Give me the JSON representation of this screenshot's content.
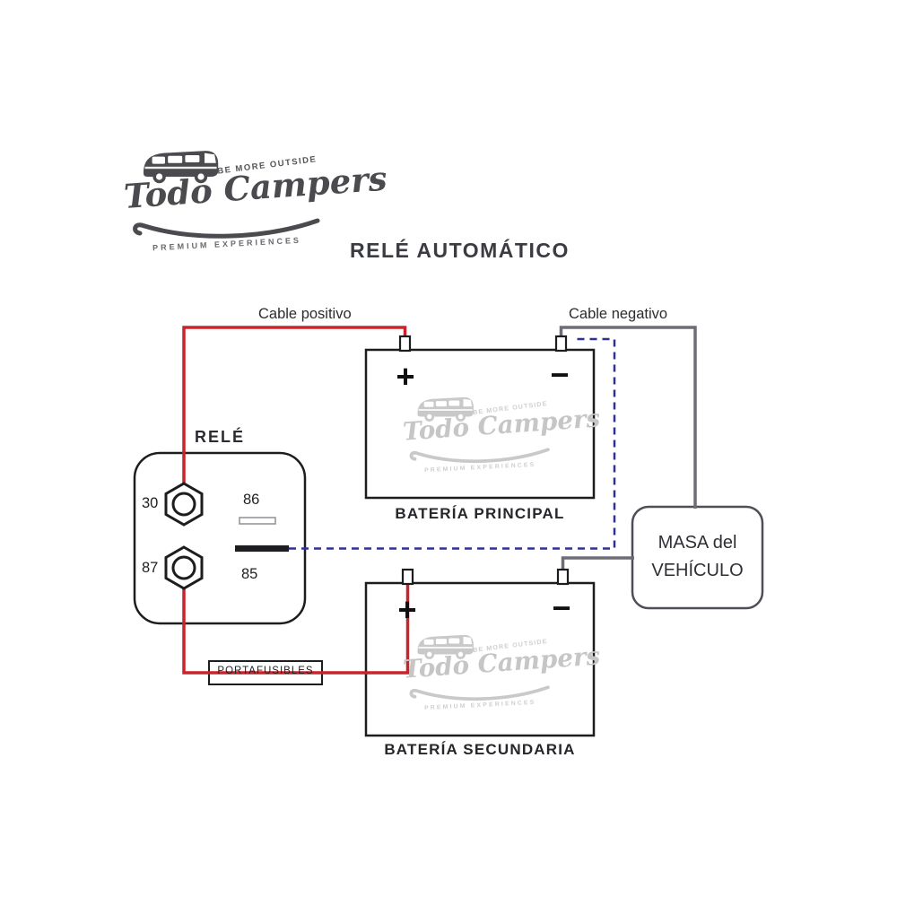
{
  "title": "RELÉ AUTOMÁTICO",
  "logo": {
    "tagline_top": "BE MORE OUTSIDE",
    "name": "Todo Campers",
    "tagline_bottom": "PREMIUM EXPERIENCES"
  },
  "wires": {
    "positive_label": "Cable positivo",
    "negative_label": "Cable negativo"
  },
  "relay": {
    "label": "RELÉ",
    "terminal_30": "30",
    "terminal_86": "86",
    "terminal_87": "87",
    "terminal_85": "85"
  },
  "batteries": {
    "main_label": "BATERÍA PRINCIPAL",
    "secondary_label": "BATERÍA SECUNDARIA",
    "plus": "+",
    "minus": "−"
  },
  "ground": {
    "line1": "MASA del",
    "line2": "VEHÍCULO"
  },
  "fuse": {
    "label": "PORTAFUSIBLES"
  },
  "colors": {
    "positive_wire": "#c8242b",
    "negative_wire": "#6d6d75",
    "signal_wire": "#2e3192",
    "outline": "#1d1d1f",
    "ground_outline": "#4e4e56",
    "watermark": "#c9c9c9"
  }
}
